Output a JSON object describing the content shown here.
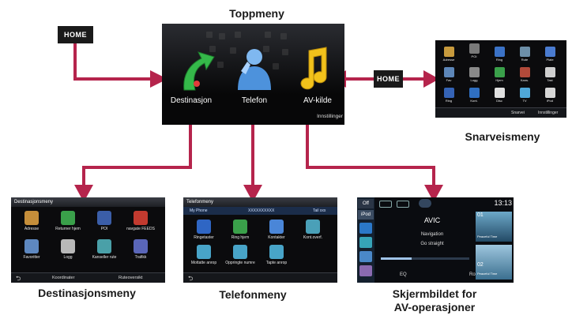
{
  "home_button_label": "HOME",
  "colors": {
    "arrow": "#b5244c",
    "screen_bg": "#0b0b0d",
    "caption": "#1a1a1a"
  },
  "top_menu": {
    "caption": "Toppmeny",
    "items": [
      {
        "label": "Destinasjon",
        "icon": "navigation-arrow-icon"
      },
      {
        "label": "Telefon",
        "icon": "person-phone-icon"
      },
      {
        "label": "AV-kilde",
        "icon": "music-note-icon"
      }
    ],
    "settings_label": "Innstillinger"
  },
  "shortcut_menu": {
    "caption": "Snarveismeny",
    "footer": [
      "Snarvei",
      "Innstillinger"
    ]
  },
  "destination_menu": {
    "caption": "Destinasjonsmeny",
    "header": "Destinasjonsmeny",
    "items": [
      "Adresse",
      "Returner hjem",
      "POI",
      "navgate FEEDS",
      "Favoritter",
      "Logg",
      "Kanseller rute",
      "Trafikk"
    ],
    "footer": [
      "Koordinater",
      "Ruteoversikt"
    ]
  },
  "phone_menu": {
    "caption": "Telefonmeny",
    "header": "Telefonmeny",
    "status_left": "My Phone",
    "status_mid": "XXXXXXXXXX",
    "status_right": "Tail xxx",
    "items": [
      "Ringetaster",
      "Ring hjem",
      "Kontakter",
      "Kont.overf.",
      "Mottatte anrop",
      "Oppringte numre",
      "Tapte anrop"
    ]
  },
  "av_screen": {
    "caption_line1": "Skjermbildet for",
    "caption_line2": "AV-operasjoner",
    "off_label": "Off",
    "source_label": "iPod",
    "time": "13:13",
    "title": "AVIC",
    "line1": "Navigation",
    "line2": "Go straight",
    "eq_label": "EQ",
    "rock_label": "Rock",
    "thumb_top_num": "01",
    "thumb_bottom_num": "02",
    "thumb_top_label": "Peaceful Time",
    "thumb_bottom_label": "Peaceful Time"
  }
}
